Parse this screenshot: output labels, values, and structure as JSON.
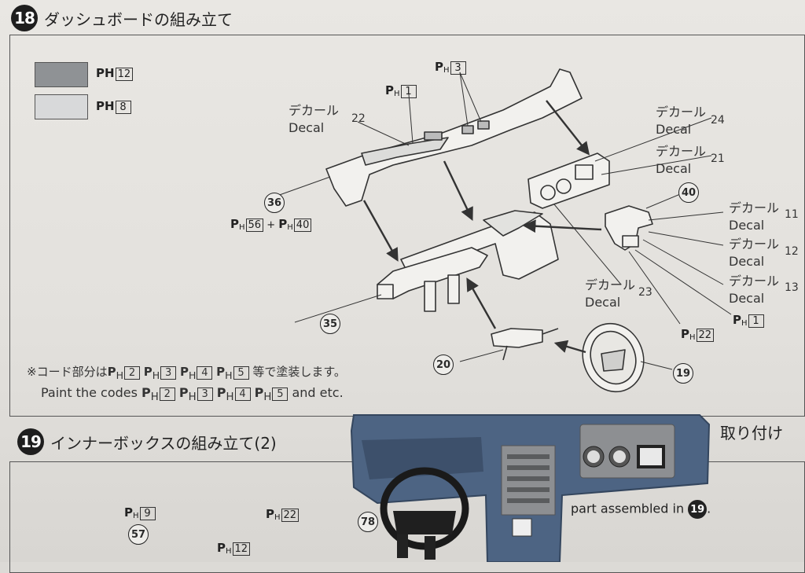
{
  "step18": {
    "number": "18",
    "title": "ダッシュボードの組み立て",
    "swatches": [
      {
        "color_hex": "#8f9295",
        "code_prefix": "PH",
        "code": "12"
      },
      {
        "color_hex": "#d8d9da",
        "code_prefix": "PH",
        "code": "8"
      }
    ],
    "part_codes": {
      "ph1_top": "1",
      "ph3_top": "3",
      "ph56": "56",
      "ph40": "40",
      "ph22": "22",
      "ph1_right": "1"
    },
    "plus": "+",
    "decal_jp": "デカール",
    "decal_en": "Decal",
    "decal_numbers": [
      "22",
      "24",
      "21",
      "11",
      "12",
      "13",
      "23"
    ],
    "part_numbers": [
      "36",
      "35",
      "40",
      "20",
      "19"
    ],
    "note_jp_prefix": "※コード部分は",
    "note_jp_suffix": "等で塗装します。",
    "note_en_prefix": "Paint the codes",
    "note_en_suffix": "and etc.",
    "note_codes": [
      "2",
      "3",
      "4",
      "5"
    ]
  },
  "step19": {
    "number": "19",
    "title": "インナーボックスの組み立て(2)",
    "right_title_fragment": "取り付け",
    "part_assembled_text": "part assembled in",
    "part_assembled_ref": "19",
    "part_assembled_suffix": ".",
    "codes": {
      "ph9": "9",
      "ph22": "22",
      "ph12": "12"
    },
    "part_numbers": [
      "57",
      "78"
    ]
  },
  "colors": {
    "paper": "#e6e4e0",
    "ink": "#2a2a2a",
    "model_blue": "#4d6483",
    "model_grey": "#8d8f92"
  }
}
